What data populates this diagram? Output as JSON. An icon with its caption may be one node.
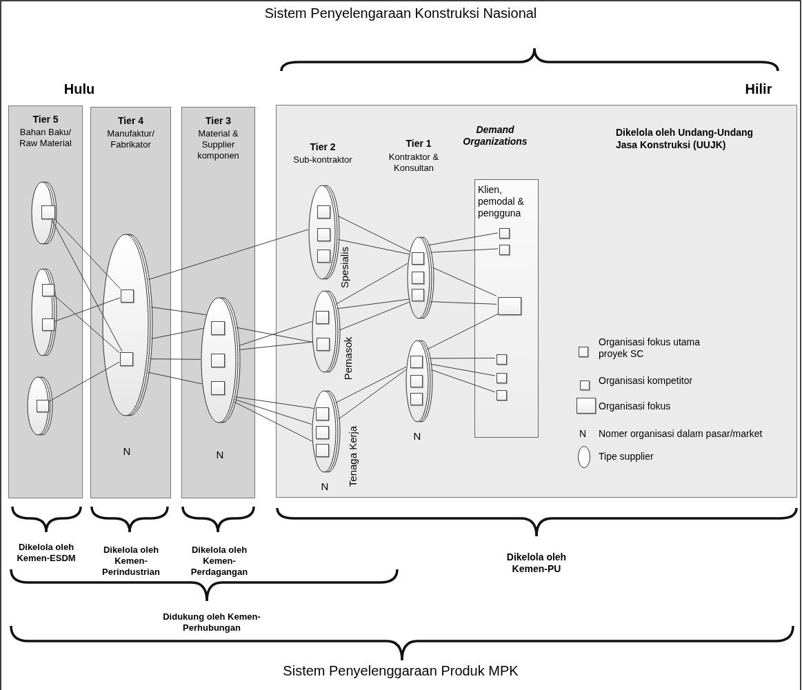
{
  "diagram": {
    "nodes": [
      {
        "text": [
          "Tier 5",
          "Bahan Baku/ Raw Material"
        ]
      },
      {
        "text": [
          "Tier 4",
          "Manufaktur/ Fabrikator"
        ]
      },
      {
        "text": [
          "Tier 3",
          "Material & Supplier komponen"
        ]
      },
      {
        "text": [
          "Dikelola oleh Undang-Undang Jasa Konstruksi (UUJK)"
        ]
      },
      {
        "text": [],
        "shape": "ellipse",
        "in": 0
      },
      {
        "text": [],
        "shape": "box",
        "in": 4
      },
      {
        "text": [],
        "shape": "ellipse",
        "in": 0
      },
      {
        "text": [],
        "shape": "box",
        "in": 6
      },
      {
        "text": [],
        "shape": "box",
        "in": 6
      },
      {
        "text": [],
        "shape": "ellipse",
        "in": 0
      },
      {
        "text": [],
        "shape": "box",
        "in": 9
      },
      {
        "text": [],
        "shape": "ellipse",
        "in": 1,
        "beside": [
          "N"
        ]
      },
      {
        "text": [],
        "shape": "box",
        "in": 11
      },
      {
        "text": [],
        "shape": "box",
        "in": 11
      },
      {
        "text": [],
        "shape": "ellipse",
        "in": 2,
        "beside": [
          "N"
        ]
      },
      {
        "text": [],
        "shape": "box",
        "in": 14
      },
      {
        "text": [],
        "shape": "box",
        "in": 14
      },
      {
        "text": [],
        "shape": "box",
        "in": 14
      },
      {
        "text": [],
        "shape": "ellipse",
        "in": 3,
        "beside": [
          "Spesialis"
        ]
      },
      {
        "text": [],
        "shape": "box",
        "in": 18
      },
      {
        "text": [],
        "shape": "box",
        "in": 18
      },
      {
        "text": [],
        "shape": "box",
        "in": 18
      },
      {
        "text": [],
        "shape": "ellipse",
        "in": 3,
        "beside": [
          "Pemasok"
        ]
      },
      {
        "text": [],
        "shape": "box",
        "in": 22
      },
      {
        "text": [],
        "shape": "box",
        "in": 22
      },
      {
        "text": [],
        "shape": "ellipse",
        "in": 3,
        "beside": [
          "Tenaga Kerja",
          "N"
        ]
      },
      {
        "text": [],
        "shape": "box",
        "in": 25
      },
      {
        "text": [],
        "shape": "box",
        "in": 25
      },
      {
        "text": [],
        "shape": "box",
        "in": 25
      },
      {
        "text": [],
        "shape": "ellipse",
        "in": 3
      },
      {
        "text": [],
        "shape": "box",
        "in": 29
      },
      {
        "text": [],
        "shape": "box",
        "in": 29
      },
      {
        "text": [],
        "shape": "box",
        "in": 29
      },
      {
        "text": [],
        "shape": "ellipse",
        "in": 3,
        "beside": [
          "N"
        ]
      },
      {
        "text": [],
        "shape": "box",
        "in": 33
      },
      {
        "text": [],
        "shape": "box",
        "in": 33
      },
      {
        "text": [],
        "shape": "box",
        "in": 33
      },
      {
        "text": [
          "Klien, pemodal & pengguna"
        ],
        "in": 3
      },
      {
        "text": [],
        "shape": "box",
        "in": 37
      },
      {
        "text": [],
        "shape": "box",
        "in": 37
      },
      {
        "text": [],
        "shape": "box",
        "in": 37
      },
      {
        "text": [],
        "shape": "box",
        "in": 37
      },
      {
        "text": [],
        "shape": "box",
        "in": 37
      },
      {
        "text": [],
        "shape": "box",
        "in": 37
      }
    ],
    "edges": [
      {
        "from": 5,
        "to": 12,
        "arrow": "none"
      },
      {
        "from": 5,
        "to": 13,
        "arrow": "none"
      },
      {
        "from": 7,
        "to": 13,
        "arrow": "none"
      },
      {
        "from": 8,
        "to": 12,
        "arrow": "none"
      },
      {
        "from": 10,
        "to": 13,
        "arrow": "none"
      },
      {
        "from": 11,
        "to": 18,
        "arrow": "none"
      },
      {
        "from": 11,
        "to": 14,
        "arrow": "none"
      },
      {
        "from": 11,
        "to": 14,
        "arrow": "none"
      },
      {
        "from": 11,
        "to": 14,
        "arrow": "none"
      },
      {
        "from": 11,
        "to": 14,
        "arrow": "none"
      },
      {
        "from": 14,
        "to": 22,
        "arrow": "none"
      },
      {
        "from": 14,
        "to": 22,
        "arrow": "none"
      },
      {
        "from": 14,
        "to": 22,
        "arrow": "none"
      },
      {
        "from": 14,
        "to": 25,
        "arrow": "none"
      },
      {
        "from": 14,
        "to": 25,
        "arrow": "none"
      },
      {
        "from": 14,
        "to": 25,
        "arrow": "none"
      },
      {
        "from": 18,
        "to": 29,
        "arrow": "none"
      },
      {
        "from": 18,
        "to": 29,
        "arrow": "none"
      },
      {
        "from": 22,
        "to": 29,
        "arrow": "none"
      },
      {
        "from": 22,
        "to": 29,
        "arrow": "none"
      },
      {
        "from": 22,
        "to": 29,
        "arrow": "none"
      },
      {
        "from": 25,
        "to": 33,
        "arrow": "none"
      },
      {
        "from": 25,
        "to": 33,
        "arrow": "none"
      },
      {
        "from": 29,
        "to": 38,
        "arrow": "none"
      },
      {
        "from": 29,
        "to": 39,
        "arrow": "none"
      },
      {
        "from": 29,
        "to": 40,
        "arrow": "none"
      },
      {
        "from": 29,
        "to": 40,
        "arrow": "none"
      },
      {
        "from": 33,
        "to": 40,
        "arrow": "none"
      },
      {
        "from": 33,
        "to": 41,
        "arrow": "none"
      },
      {
        "from": 33,
        "to": 42,
        "arrow": "none"
      },
      {
        "from": 33,
        "to": 43,
        "arrow": "none"
      }
    ],
    "labels": [
      "Sistem Penyelengaraan Konstruksi Nasional",
      "Hulu",
      "Hilir",
      "Tier 2",
      "Sub-kontraktor",
      "Tier 1",
      "Kontraktor & Konsultan",
      "Demand Organizations",
      "Dikelola oleh Kemen-ESDM",
      "Dikelola oleh Kemen-Perindustrian",
      "Dikelola oleh Kemen-Perdagangan",
      "Dikelola oleh Kemen-PU",
      "Didukung oleh Kemen-Perhubungan",
      "Sistem Penyelenggaraan Produk MPK",
      "N"
    ],
    "legend": [
      {
        "text": "Organisasi fokus utama proyek SC"
      },
      {
        "text": "Organisasi kompetitor"
      },
      {
        "text": "Organisasi fokus"
      },
      {
        "text": "Nomer organisasi dalam pasar/market"
      },
      {
        "text": "Tipe supplier"
      }
    ]
  }
}
